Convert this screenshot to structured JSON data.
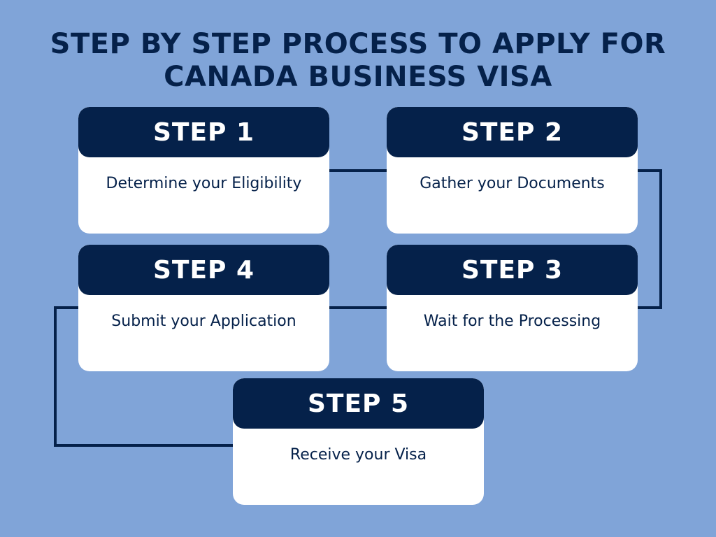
{
  "title": {
    "line1": "STEP BY STEP PROCESS TO APPLY FOR",
    "line2": "CANADA BUSINESS VISA"
  },
  "steps": [
    {
      "label": "STEP 1",
      "text": "Determine your Eligibility"
    },
    {
      "label": "STEP 2",
      "text": "Gather your Documents"
    },
    {
      "label": "STEP 3",
      "text": "Wait for the Processing"
    },
    {
      "label": "STEP 4",
      "text": "Submit your Application"
    },
    {
      "label": "STEP 5",
      "text": "Receive your Visa"
    }
  ],
  "colors": {
    "background": "#80A4D8",
    "navy": "#05214A",
    "card": "#FFFFFF"
  }
}
